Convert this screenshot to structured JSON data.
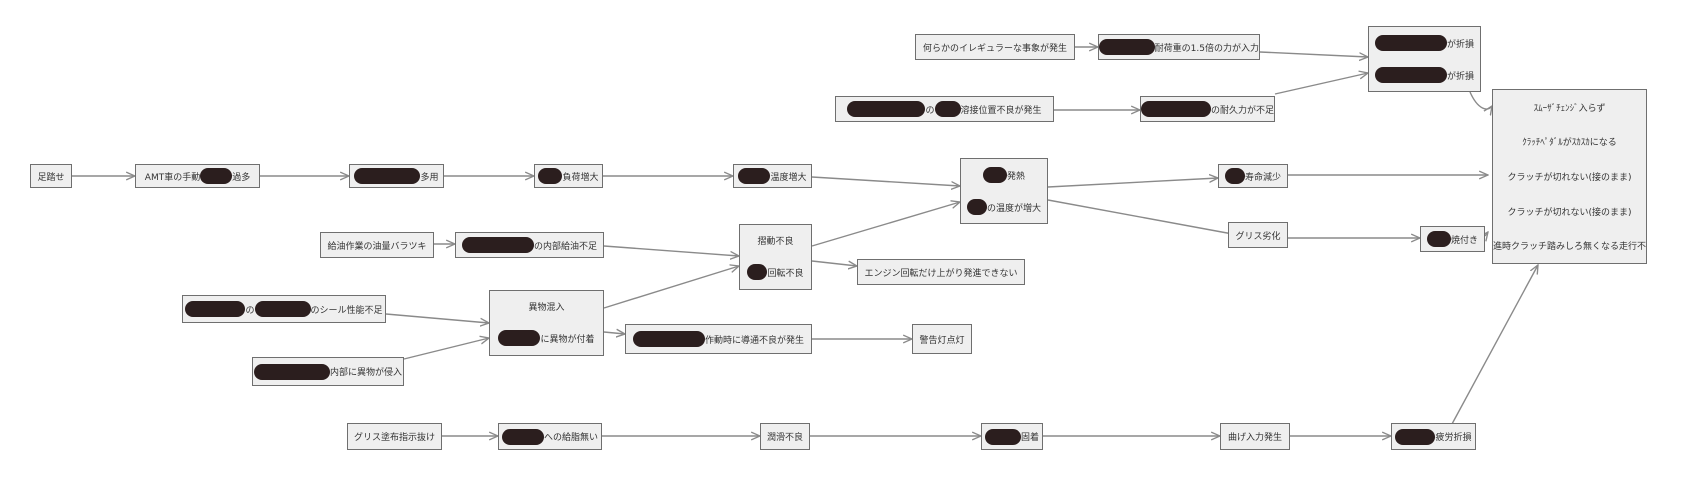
{
  "nodes": {
    "n_asinose": "足踏せ",
    "n_amt_a": "AMT車の手動",
    "n_amt_b": "過多",
    "n_tamoyou": "多用",
    "n_fuka": "負荷増大",
    "n_ondo": "温度増大",
    "n_hatsunetsu": "発熱",
    "n_ondo2": "の温度が増大",
    "n_jumyou": "寿命減少",
    "n_grease_rekka": "グリス劣化",
    "n_yakitsuki": "焼付き",
    "n_irregular": "何らかのイレギュラーな事象が発生",
    "n_15bai": "耐荷重の1.5倍の力が入力",
    "n_sesshin_a": "溶接位置不良が発生",
    "n_taikyu": "の耐久力が不足",
    "n_sonshou1": "が折損",
    "n_sonshou2": "が折損",
    "n_kyuyu_bara": "給油作業の油量バラツキ",
    "n_naibu_kyuyu": "の内部給油不足",
    "n_shudou_top": "摺動不良",
    "n_shudou_bot": "回転不良",
    "n_engine": "エンジン回転だけ上がり発進できない",
    "n_seal": "のシール性能不足",
    "n_seal_mid": "の",
    "n_ibutsu_top": "異物混入",
    "n_ibutsu_bot": "に異物が付着",
    "n_naibu_shinnyu": "内部に異物が侵入",
    "n_sadou": "作動時に導通不良が発生",
    "n_keikoku": "警告灯点灯",
    "n_grease_tofu": "グリス塗布指示抜け",
    "n_kyushi": "への給脂無い",
    "n_junkatsu": "潤滑不良",
    "n_kaimo": "固着",
    "n_mage": "曲げ入力発生",
    "n_hirou": "疲労折損",
    "r_1": "ｽﾑｰｻﾞﾁｪﾝｼﾞ入らず",
    "r_2": "ｸﾗｯﾁﾍﾟﾀﾞﾙがｽｶｽｶになる",
    "r_3": "クラッチが切れない(接のまま)",
    "r_4": "クラッチが切れない(接のまま)",
    "r_5": "発進時クラッチ踏みしろ無くなる走行不能"
  }
}
